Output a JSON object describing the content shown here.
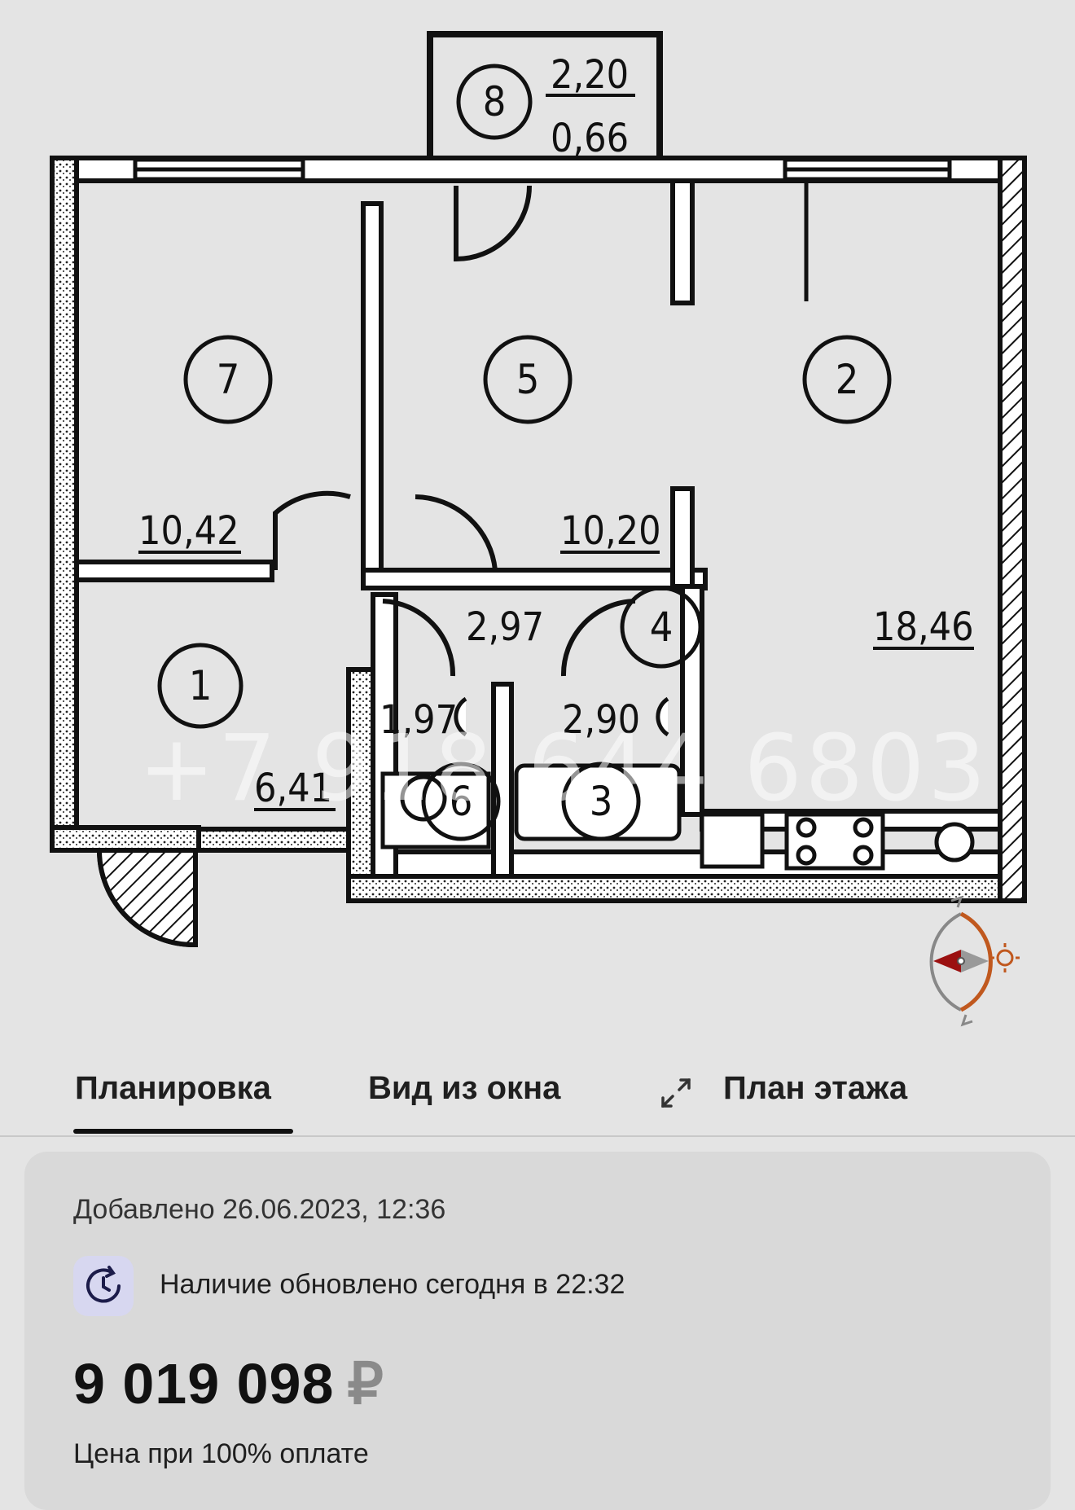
{
  "floor_plan": {
    "balcony": {
      "number": "8",
      "area_top": "2,20",
      "area_bottom": "0,66"
    },
    "rooms": [
      {
        "number": "7",
        "area": "10,42"
      },
      {
        "number": "5",
        "area": "10,20"
      },
      {
        "number": "2",
        "area": "18,46"
      },
      {
        "number": "1",
        "area": "6,41"
      },
      {
        "number": "4",
        "area": "2,97"
      },
      {
        "number": "6",
        "area": "1,97"
      },
      {
        "number": "3",
        "area": "2,90"
      }
    ],
    "watermark": "+7 918 644 6803"
  },
  "tabs": {
    "layout": "Планировка",
    "window_view": "Вид из окна",
    "floor_plan": "План этажа"
  },
  "info": {
    "added": "Добавлено 26.06.2023, 12:36",
    "availability": "Наличие обновлено сегодня в 22:32",
    "price": "9 019 098",
    "currency": "₽",
    "price_note": "Цена при 100% оплате"
  },
  "colors": {
    "accent_brown": "#c0581e",
    "compass_red": "#9b1010",
    "avail_icon_bg": "#d7d7f0"
  }
}
